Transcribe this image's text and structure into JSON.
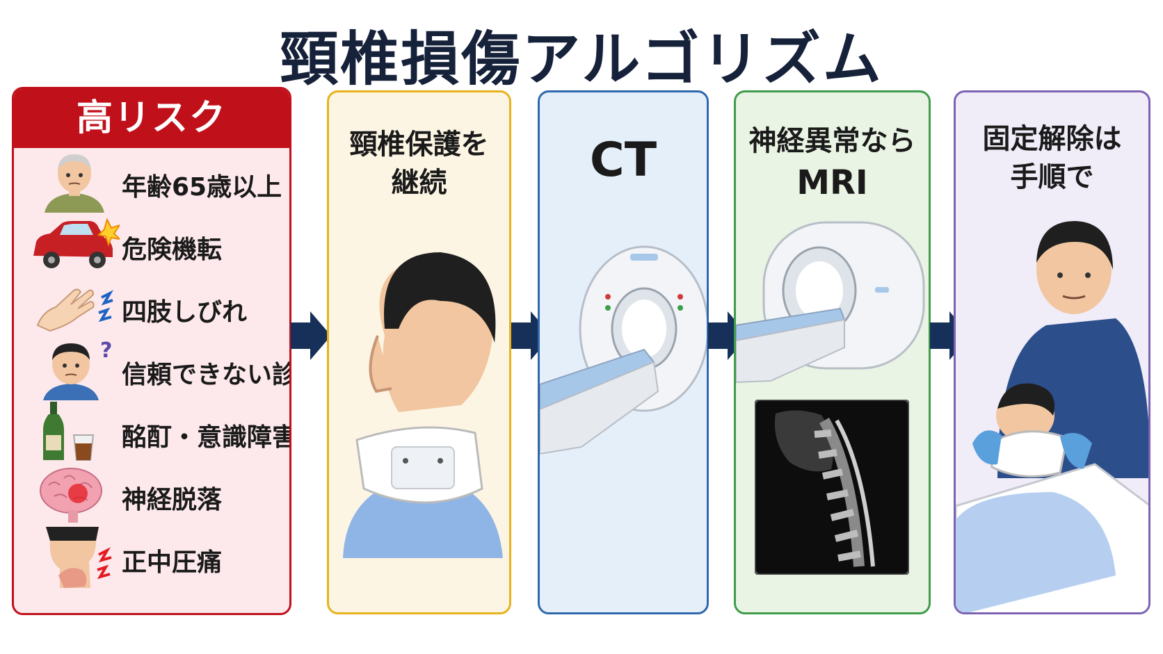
{
  "title": "頸椎損傷アルゴリズム",
  "colors": {
    "risk": "#c0101a",
    "collar": "#e8b21b",
    "ct": "#2f68ad",
    "mri": "#3e9c4a",
    "release": "#7c62b3",
    "arrow": "#17305a"
  },
  "risk": {
    "header": "高リスク",
    "items": [
      {
        "label": "年齢65歳以上",
        "icon": "elderly-man-icon"
      },
      {
        "label": "危険機転",
        "icon": "car-crash-icon"
      },
      {
        "label": "四肢しびれ",
        "icon": "numb-hand-icon"
      },
      {
        "label": "信頼できない診察",
        "icon": "confused-person-icon"
      },
      {
        "label": "酩酊・意識障害",
        "icon": "alcohol-icon"
      },
      {
        "label": "神経脱落",
        "icon": "brain-icon"
      },
      {
        "label": "正中圧痛",
        "icon": "neck-pain-icon"
      }
    ]
  },
  "steps": [
    {
      "title_line1": "頸椎保護を",
      "title_line2": "継続"
    },
    {
      "title_line1": "CT",
      "title_line2": ""
    },
    {
      "title_line1": "神経異常なら",
      "title_line2": "MRI"
    },
    {
      "title_line1": "固定解除は",
      "title_line2": "手順で"
    }
  ]
}
